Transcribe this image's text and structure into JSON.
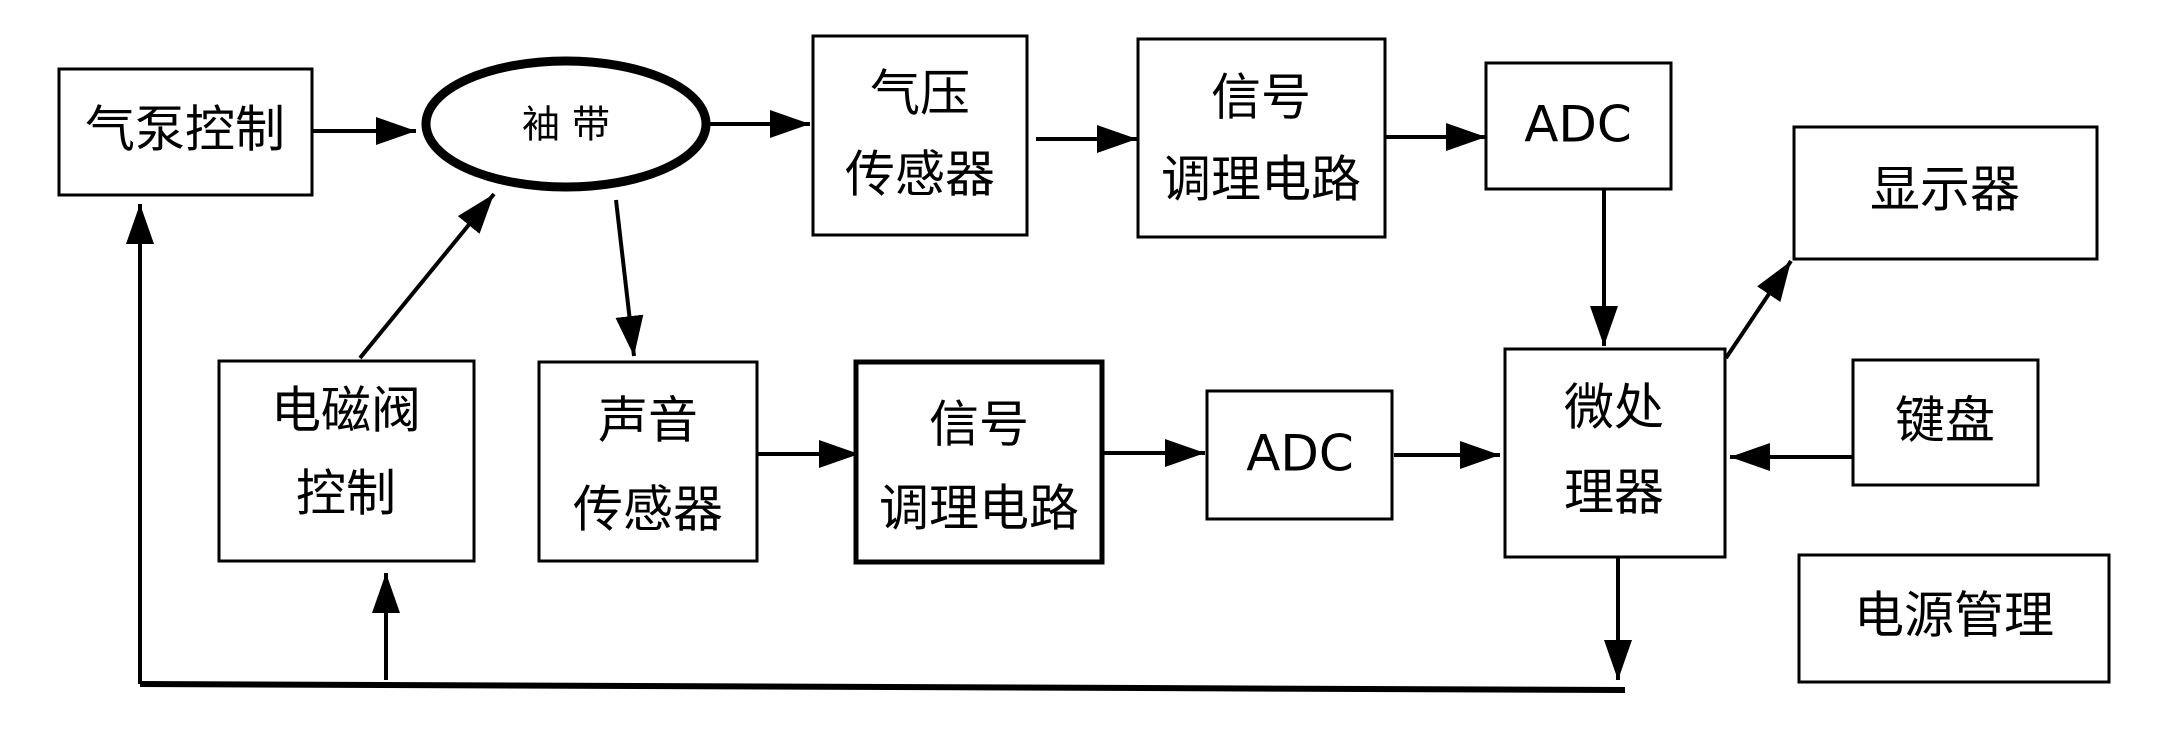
{
  "diagram": {
    "nodes": {
      "pump_control": {
        "label": "气泵控制"
      },
      "cuff": {
        "label": "袖 带"
      },
      "pressure_sensor": {
        "line1": "气压",
        "line2": "传感器"
      },
      "signal_cond_top": {
        "line1": "信号",
        "line2": "调理电路"
      },
      "adc_top": {
        "label": "ADC"
      },
      "display": {
        "label": "显示器"
      },
      "valve_control": {
        "line1": "电磁阀",
        "line2": "控制"
      },
      "sound_sensor": {
        "line1": "声音",
        "line2": "传感器"
      },
      "signal_cond_bottom": {
        "line1": "信号",
        "line2": "调理电路"
      },
      "adc_bottom": {
        "label": "ADC"
      },
      "microprocessor": {
        "line1": "微处",
        "line2": "理器"
      },
      "keyboard": {
        "label": "键盘"
      },
      "power_management": {
        "label": "电源管理"
      }
    },
    "edges": [
      {
        "from": "pump_control",
        "to": "cuff"
      },
      {
        "from": "cuff",
        "to": "pressure_sensor"
      },
      {
        "from": "pressure_sensor",
        "to": "signal_cond_top"
      },
      {
        "from": "signal_cond_top",
        "to": "adc_top"
      },
      {
        "from": "adc_top",
        "to": "microprocessor"
      },
      {
        "from": "microprocessor",
        "to": "display"
      },
      {
        "from": "valve_control",
        "to": "cuff"
      },
      {
        "from": "cuff",
        "to": "sound_sensor"
      },
      {
        "from": "sound_sensor",
        "to": "signal_cond_bottom"
      },
      {
        "from": "signal_cond_bottom",
        "to": "adc_bottom"
      },
      {
        "from": "adc_bottom",
        "to": "microprocessor"
      },
      {
        "from": "keyboard",
        "to": "microprocessor"
      },
      {
        "from": "microprocessor",
        "to": "control_bus"
      },
      {
        "from": "control_bus",
        "to": "pump_control"
      },
      {
        "from": "control_bus",
        "to": "valve_control"
      }
    ]
  }
}
